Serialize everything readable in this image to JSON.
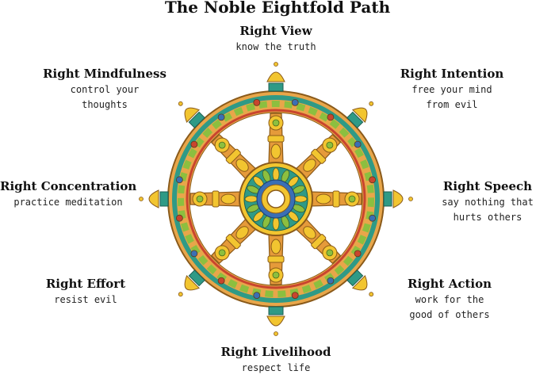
{
  "title": "The Noble Eightfold Path",
  "spokes": [
    {
      "name": "Right View",
      "description": "know the truth"
    },
    {
      "name": "Right Intention",
      "description": "free your mind\nfrom evil"
    },
    {
      "name": "Right Speech",
      "description": "say nothing that\nhurts others"
    },
    {
      "name": "Right Action",
      "description": "work for the\ngood of others"
    },
    {
      "name": "Right Livelihood",
      "description": "respect life"
    },
    {
      "name": "Right Effort",
      "description": "resist evil"
    },
    {
      "name": "Right Concentration",
      "description": "practice meditation"
    },
    {
      "name": "Right Mindfulness",
      "description": "control your\nthoughts"
    }
  ],
  "colors": {
    "gold": "#f2c530",
    "orange": "#e59a3a",
    "teal": "#2f9a86",
    "green": "#8cbf3f",
    "red": "#c9452e",
    "blue": "#3a6fb5"
  }
}
